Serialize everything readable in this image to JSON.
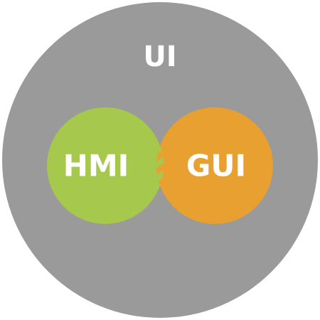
{
  "diagram": {
    "outer": {
      "label": "UI",
      "color": "#9a9a9a"
    },
    "left": {
      "label": "HMI",
      "color": "#a5c84d"
    },
    "right": {
      "label": "GUI",
      "color": "#e8a030"
    },
    "overlap": {
      "pattern": "diagonal-stripes",
      "colors": [
        "#e8a030",
        "#a5c84d"
      ]
    },
    "background": "#ffffff"
  }
}
